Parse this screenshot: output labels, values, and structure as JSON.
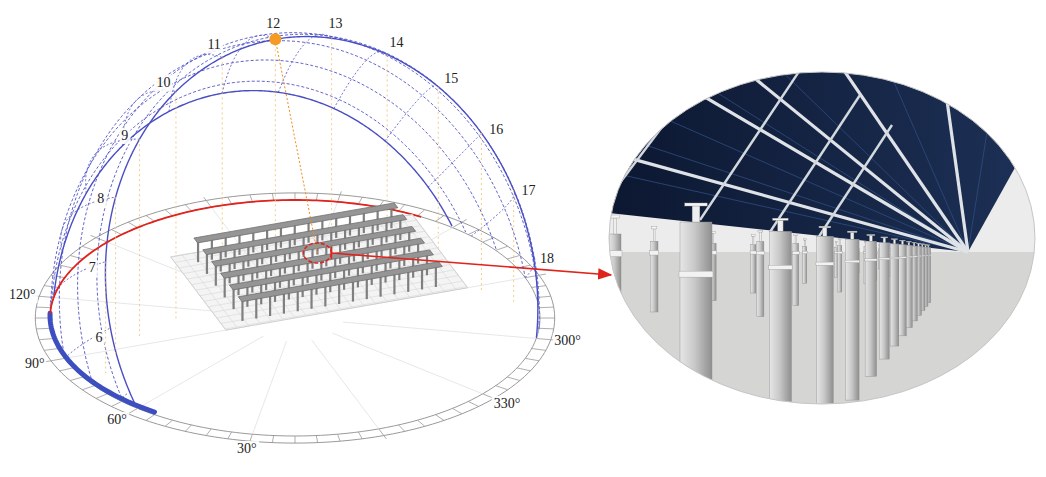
{
  "diagram": {
    "labels": [
      "6",
      "7",
      "8",
      "9",
      "10",
      "11",
      "12",
      "13",
      "14",
      "15",
      "16",
      "17",
      "18",
      "120°",
      "90°",
      "60°",
      "30°",
      "330°",
      "300°"
    ]
  }
}
